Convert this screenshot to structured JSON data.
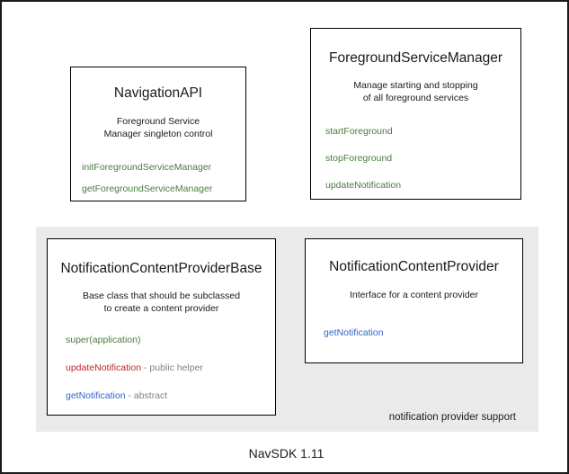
{
  "diagram": {
    "footer_label": "NavSDK 1.11",
    "panel_caption": "notification provider support",
    "colors": {
      "method_green": "#4a7c3f",
      "method_red": "#c0272d",
      "method_blue": "#3366cc",
      "annotation_gray": "#808080",
      "panel_background": "#eaeaea",
      "box_border": "#000000",
      "canvas_border": "#1a1a1a",
      "text": "#1a1a1a"
    },
    "boxes": {
      "navigation_api": {
        "title": "NavigationAPI",
        "description": "Foreground Service\nManager singleton control",
        "members": [
          {
            "name": "initForegroundServiceManager",
            "note": ""
          },
          {
            "name": "getForegroundServiceManager",
            "note": ""
          }
        ]
      },
      "foreground_service_manager": {
        "title": "ForegroundServiceManager",
        "description": "Manage starting and stopping\nof all foreground services",
        "members": [
          {
            "name": "startForeground",
            "note": ""
          },
          {
            "name": "stopForeground",
            "note": ""
          },
          {
            "name": "updateNotification",
            "note": ""
          }
        ]
      },
      "notification_content_provider_base": {
        "title": "NotificationContentProviderBase",
        "description": "Base class that should be subclassed\nto create a content provider",
        "members": [
          {
            "name": "super(application)",
            "note": ""
          },
          {
            "name": "updateNotification",
            "note": " - public helper"
          },
          {
            "name": "getNotification",
            "note": " - abstract"
          }
        ]
      },
      "notification_content_provider": {
        "title": "NotificationContentProvider",
        "description": "Interface for a content provider",
        "members": [
          {
            "name": "getNotification",
            "note": ""
          }
        ]
      }
    }
  }
}
